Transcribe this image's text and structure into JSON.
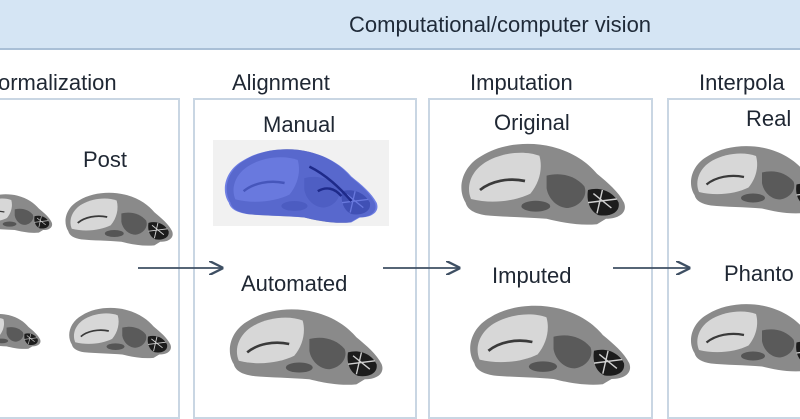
{
  "banner": {
    "title": "Computational/computer vision"
  },
  "stages": [
    {
      "title": "ormalization",
      "labels": [
        "Post"
      ]
    },
    {
      "title": "Alignment",
      "labels": [
        "Manual",
        "Automated"
      ]
    },
    {
      "title": "Imputation",
      "labels": [
        "Original",
        "Imputed"
      ]
    },
    {
      "title": "Interpola",
      "labels": [
        "Real",
        "Phanto"
      ]
    }
  ],
  "colors": {
    "banner_bg": "#d5e5f4",
    "panel_border": "#c9d6e3",
    "arrow": "#3e4f63",
    "manual_overlay": "#4a5fe0"
  }
}
